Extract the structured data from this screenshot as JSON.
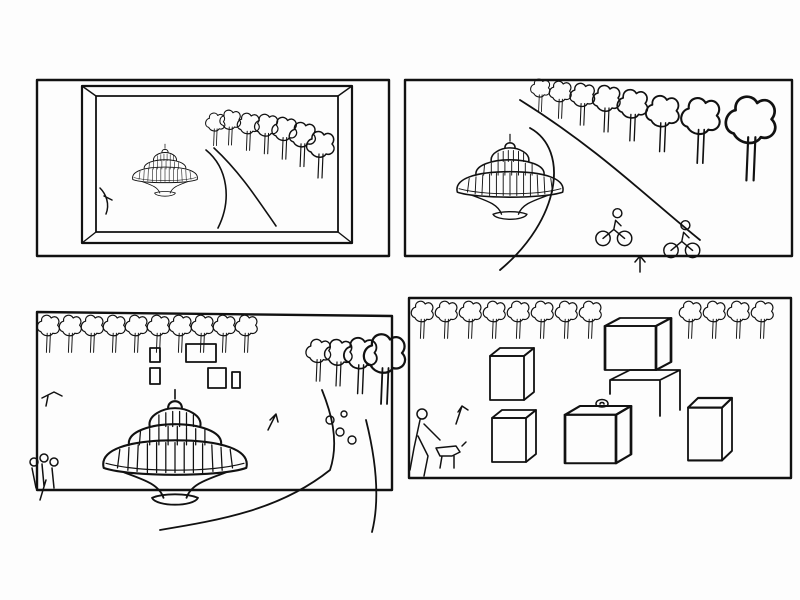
{
  "colors": {
    "paper": "#fdfdfd",
    "ink": "#111111"
  },
  "panels": [
    {
      "id": "panel-1",
      "subject": "framed-picture-of-fountain-and-tree-lined-path"
    },
    {
      "id": "panel-2",
      "subject": "fountain-with-avenue-of-trees-and-cyclists"
    },
    {
      "id": "panel-3",
      "subject": "large-fountain-with-floating-screens-and-crowd"
    },
    {
      "id": "panel-4",
      "subject": "plaza-with-box-pavilions-and-walker-with-dog"
    }
  ]
}
